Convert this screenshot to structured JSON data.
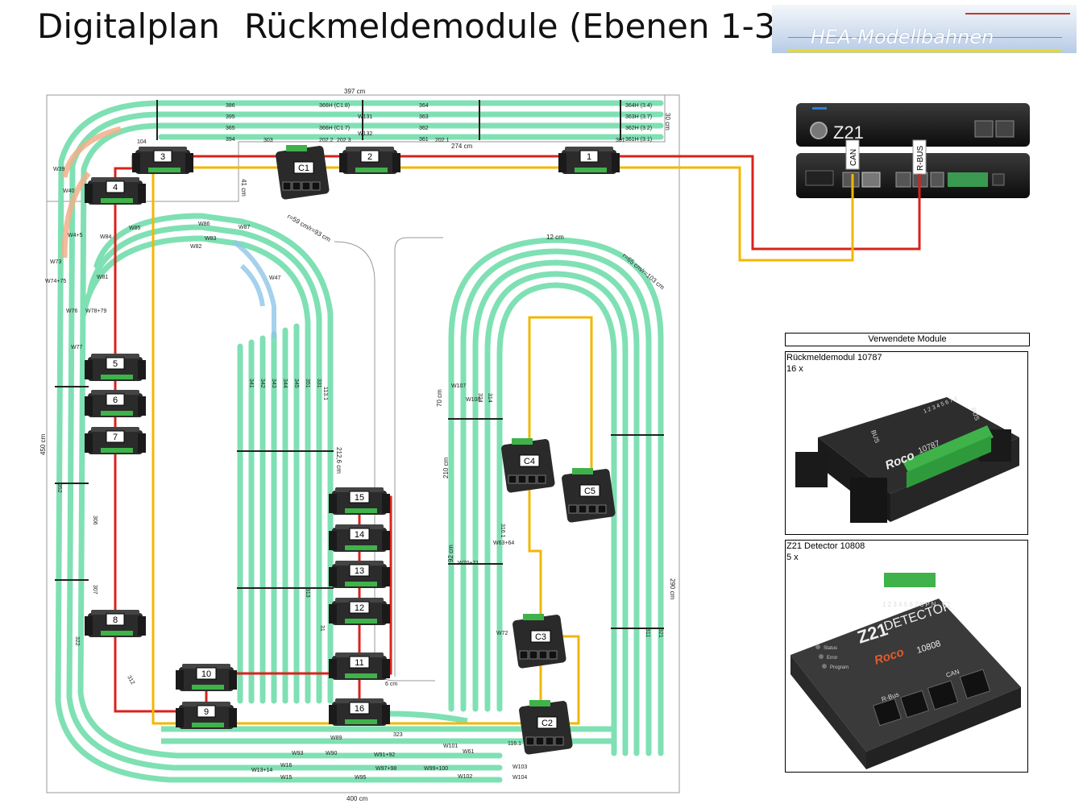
{
  "header": {
    "title_left": "Digitalplan",
    "title_main": "Rückmeldemodule (Ebenen 1-3)",
    "logo_text": "HEA-Modellbahnen"
  },
  "z21": {
    "brand": "Z21",
    "port_can": "CAN",
    "port_rbus": "R-BUS"
  },
  "colors": {
    "rbus_line": "#d8231c",
    "can_line": "#f2b705",
    "track": "#7fe0b4",
    "track_mid": "#8fc6e8",
    "track_orange": "#f0b088",
    "module_body": "#2b2b2b",
    "connector": "#3fb24a"
  },
  "feedback_modules": [
    {
      "label": "1"
    },
    {
      "label": "2"
    },
    {
      "label": "3"
    },
    {
      "label": "4"
    },
    {
      "label": "5"
    },
    {
      "label": "6"
    },
    {
      "label": "7"
    },
    {
      "label": "8"
    },
    {
      "label": "9"
    },
    {
      "label": "10"
    },
    {
      "label": "11"
    },
    {
      "label": "12"
    },
    {
      "label": "13"
    },
    {
      "label": "14"
    },
    {
      "label": "15"
    },
    {
      "label": "16"
    }
  ],
  "detectors": [
    {
      "label": "C1"
    },
    {
      "label": "C2"
    },
    {
      "label": "C3"
    },
    {
      "label": "C4"
    },
    {
      "label": "C5"
    }
  ],
  "plan_dimensions": {
    "width_top": "397 cm",
    "width_bottom": "400 cm",
    "height_left": "450 cm",
    "height_right": "290 cm",
    "depth_top_right": "30 cm",
    "inner_top": "12 cm",
    "inner_left": "212,6 cm",
    "inner_right_70": "70 cm",
    "inner_right_92": "92 cm",
    "inner_right_210": "210 cm",
    "radius_right": "r=65 cm/r=103 cm",
    "radius_left": "r=59 cm/r=93 cm",
    "depth_left": "41 cm",
    "depth_top_274": "274 cm"
  },
  "track_labels": {
    "top_blocks": [
      "386",
      "395",
      "365",
      "394",
      "364",
      "363",
      "362",
      "361",
      "364H (3.4)",
      "363H (3.7)",
      "362H (3.2)",
      "361H (3.1)",
      "366H (C1.8)",
      "366H (C1.7)",
      "W131",
      "W132",
      "104",
      "303",
      "202.2",
      "202.3",
      "202.1",
      "301"
    ],
    "left_turnouts": [
      "W39",
      "W40",
      "W73",
      "W74+75",
      "W76",
      "W77",
      "W78+79",
      "W81",
      "W82",
      "W83",
      "W84",
      "W85",
      "W86",
      "W87",
      "W4+5",
      "W47"
    ],
    "bottom_turnouts": [
      "W13+14",
      "W15",
      "W16",
      "W89",
      "W90",
      "W91+92",
      "W93",
      "W95",
      "W97+98",
      "W99+100",
      "W101",
      "W102",
      "W103",
      "W104",
      "W61",
      "W63+64",
      "W70+71",
      "W72",
      "W107",
      "W108"
    ],
    "center_blocks": [
      "341",
      "342",
      "343",
      "344",
      "345",
      "351",
      "331",
      "313",
      "323",
      "311",
      "312",
      "321",
      "322",
      "352",
      "306",
      "307",
      "316.1",
      "113.1",
      "116.1",
      "6 cm",
      "31",
      "314",
      "324"
    ]
  },
  "legend": {
    "panel_title": "Verwendete  Module",
    "rueckmeldemodul": {
      "name": "Rückmeldemodul 10787",
      "count": "16 x",
      "product_brand": "Roco",
      "product_number": "10787",
      "side_label_left": "BUS",
      "side_label_right": "BUS",
      "pins": "1 2 3 4 5 6 7 8"
    },
    "detector": {
      "name": "Z21 Detector  10808",
      "count": "5 x",
      "product_brand": "Roco",
      "product_title": "DETECTOR",
      "product_number": "10808",
      "port_rbus": "R-Bus",
      "port_can": "CAN",
      "led_status": "Status",
      "led_error": "Error",
      "led_program": "Program",
      "pins": "1 2 3 4 5 6 7 8  P N"
    }
  }
}
